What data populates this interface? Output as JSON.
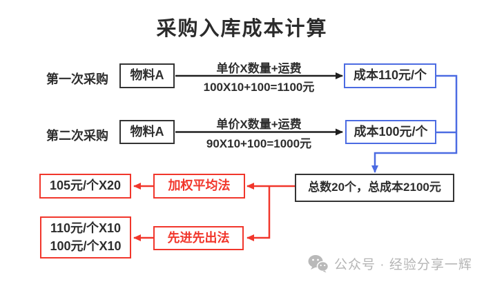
{
  "title": "采购入库成本计算",
  "purchases": [
    {
      "label": "第一次采购",
      "item": "物料A",
      "formula_top": "单价X数量+运费",
      "formula_bottom": "100X10+100=1100元",
      "result": "成本110元/个"
    },
    {
      "label": "第二次采购",
      "item": "物料A",
      "formula_top": "单价X数量+运费",
      "formula_bottom": "90X10+100=1000元",
      "result": "成本100元/个"
    }
  ],
  "total": {
    "text": "总数20个，总成本2100元"
  },
  "methods": [
    {
      "name": "加权平均法",
      "results": [
        "105元/个X20"
      ]
    },
    {
      "name": "先进先出法",
      "results": [
        "110元/个X10",
        "100元/个X10"
      ]
    }
  ],
  "watermark": {
    "icon": "wechat-icon",
    "text": "公众号 · 经验分享一辉"
  },
  "colors": {
    "ink": "#2d2d2d",
    "box_border_dark": "#333333",
    "accent_blue": "#4b6be2",
    "accent_red": "#f1362b",
    "watermark_gray": "#b5b5b5"
  }
}
